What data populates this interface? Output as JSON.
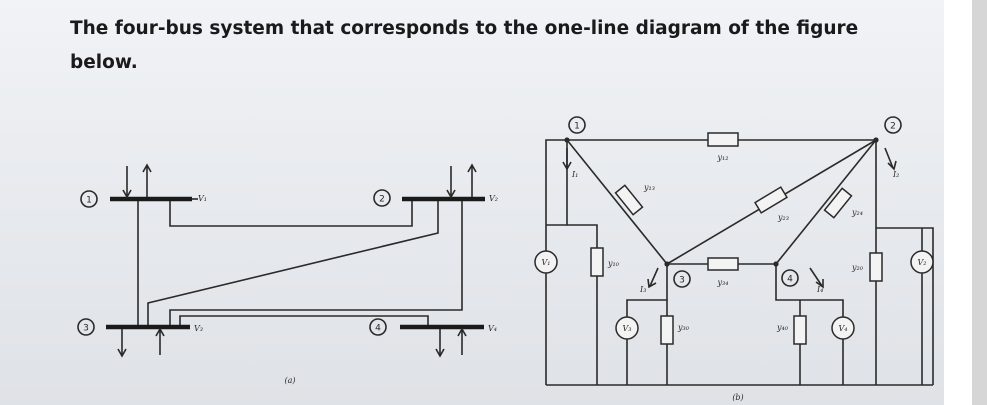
{
  "title_line1": "The four-bus system that corresponds to the one-line diagram of the figure",
  "title_line2": "below.",
  "diagram_a": {
    "buses": [
      "1",
      "2",
      "3",
      "4"
    ],
    "voltages": [
      "V₁",
      "V₂",
      "V₃",
      "V₄"
    ],
    "caption": "(a)"
  },
  "diagram_b": {
    "buses": [
      "1",
      "2",
      "3",
      "4"
    ],
    "admittances": {
      "y12": "y₁₂",
      "y13": "y₁₃",
      "y23": "y₂₃",
      "y24": "y₂₄",
      "y34": "y₃₄",
      "y10": "y₁₀",
      "y20": "y₂₀",
      "y30": "y₃₀",
      "y40": "y₄₀"
    },
    "currents": [
      "I₁",
      "I₂",
      "I₃",
      "I₄"
    ],
    "sources": [
      "V₁",
      "V₂",
      "V₃",
      "V₄"
    ],
    "caption": "(b)"
  }
}
